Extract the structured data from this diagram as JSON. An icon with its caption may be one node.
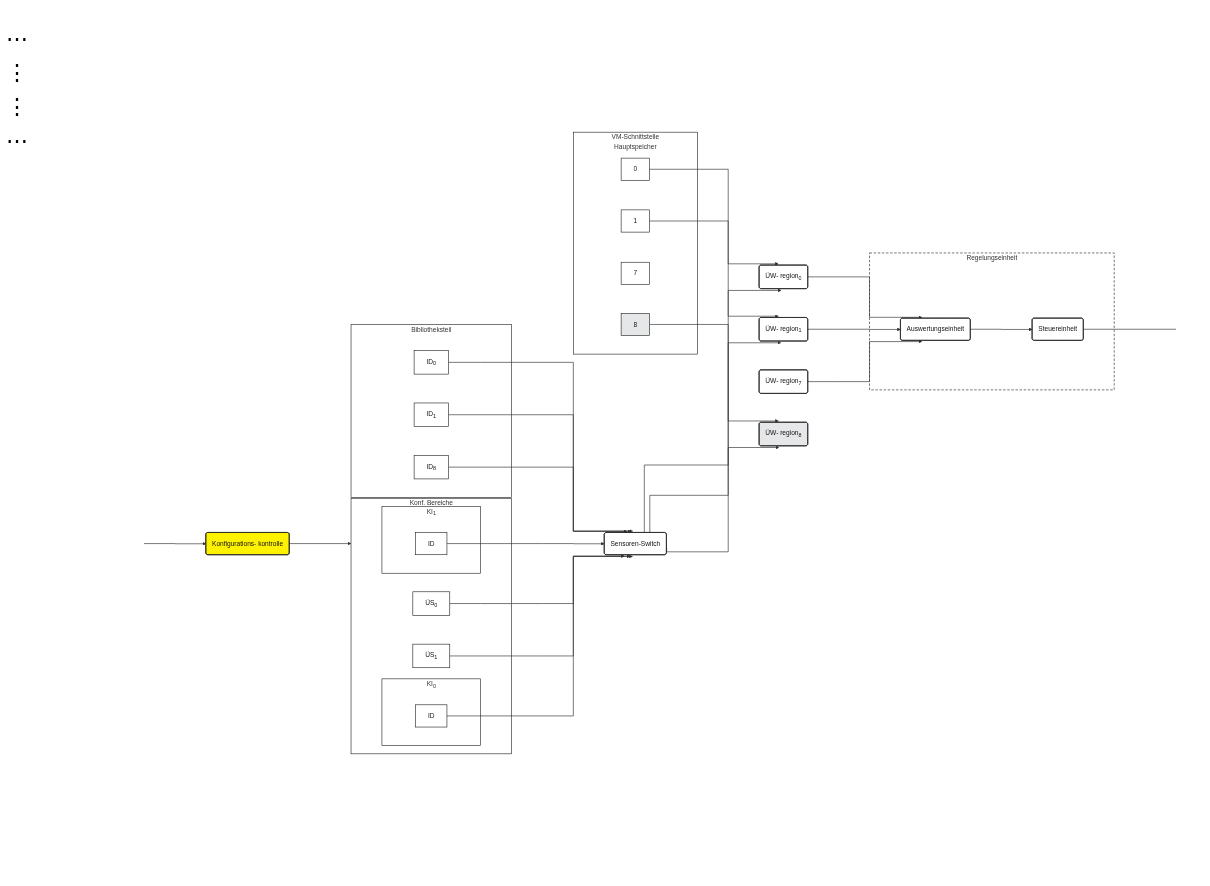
{
  "diagram": {
    "nodes": [
      {
        "text": [
          "VM-Schnittstelle",
          "Hauptspeicher"
        ]
      },
      {
        "text": [
          "0"
        ],
        "in": 0
      },
      {
        "text": [
          "1"
        ],
        "in": 0
      },
      {
        "text": [
          "7"
        ],
        "in": 0
      },
      {
        "text": [
          "8"
        ],
        "in": 0
      },
      {
        "text": [
          "Konf. Bereiche"
        ]
      },
      {
        "text": [
          "KI$_{0}$"
        ],
        "in": 5
      },
      {
        "text": [
          "ID"
        ],
        "in": 6
      },
      {
        "text": [
          "ÜS$_{0}$"
        ],
        "in": 5
      },
      {
        "text": [
          "ÜS$_{1}$"
        ],
        "in": 5
      },
      {
        "text": [
          "KI$_{1}$"
        ],
        "in": 5
      },
      {
        "text": [
          "ID"
        ],
        "in": 10
      },
      {
        "text": [
          "Sensoren-Switch"
        ]
      },
      {
        "text": [
          "ÜW- region$_{0}$"
        ]
      },
      {
        "text": [
          "ÜW- region$_{1}$"
        ]
      },
      {
        "text": [
          "ÜW- region$_{7}$"
        ]
      },
      {
        "text": [
          "ÜW- region$_{8}$"
        ]
      },
      {
        "text": [
          "Regelungseinheit"
        ]
      },
      {
        "text": [
          "Auswertungseinheit"
        ],
        "in": 17
      },
      {
        "text": [
          "Steuereinheit"
        ],
        "in": 17
      },
      {
        "text": [
          "Bibliotheksteil"
        ]
      },
      {
        "text": [
          "ID$_{0}$"
        ],
        "in": 20
      },
      {
        "text": [
          "ID$_{1}$"
        ],
        "in": 20
      },
      {
        "text": [
          "ID$_{8}$"
        ],
        "in": 20
      },
      {
        "text": [
          "Konfigurations- kontrolle"
        ]
      }
    ],
    "edges": [
      {
        "from": 7,
        "to": 12,
        "arrow": "to"
      },
      {
        "from": 8,
        "to": 12,
        "arrow": "to"
      },
      {
        "from": 9,
        "to": 12,
        "arrow": "to"
      },
      {
        "from": 11,
        "to": 12,
        "arrow": "to"
      },
      {
        "from": 21,
        "to": 12,
        "arrow": "to"
      },
      {
        "from": 22,
        "to": 12,
        "arrow": "to"
      },
      {
        "from": 23,
        "to": 12,
        "arrow": "to"
      },
      {
        "from": 1,
        "to": 13,
        "arrow": "to"
      },
      {
        "from": 12,
        "to": 13,
        "arrow": "to"
      },
      {
        "from": 2,
        "to": 14,
        "arrow": "to"
      },
      {
        "from": 12,
        "to": 14,
        "arrow": "to"
      },
      {
        "from": 4,
        "to": 16,
        "arrow": "to"
      },
      {
        "from": 12,
        "to": 16,
        "arrow": "to"
      },
      {
        "from": 13,
        "to": 18,
        "arrow": "to"
      },
      {
        "from": 14,
        "to": 18,
        "arrow": "to"
      },
      {
        "from": 15,
        "to": 18,
        "arrow": "to"
      },
      {
        "from": 18,
        "to": 19,
        "arrow": "to"
      },
      {
        "from": 24,
        "to": 5,
        "arrow": "to"
      },
      {
        "from": null,
        "to": 24,
        "arrow": "to"
      },
      {
        "from": 19,
        "to": null,
        "arrow": "none"
      }
    ],
    "labels": [
      "⋯",
      "⋮",
      "⋮",
      "⋯"
    ]
  }
}
